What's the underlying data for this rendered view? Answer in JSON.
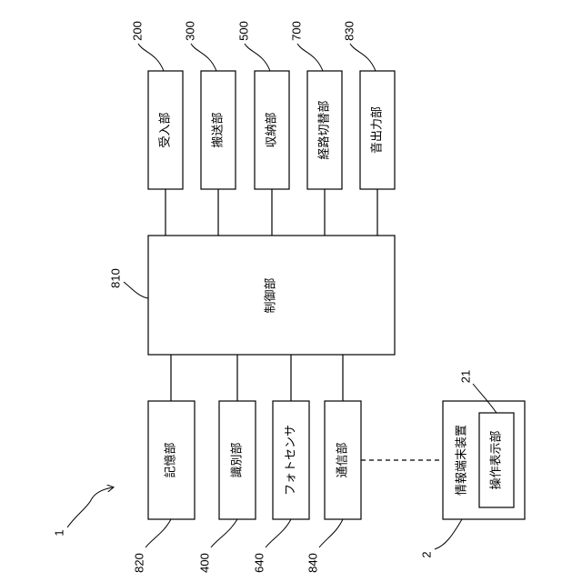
{
  "diagram": {
    "top_blocks": [
      {
        "ref": "200",
        "label": "受入部"
      },
      {
        "ref": "300",
        "label": "搬送部"
      },
      {
        "ref": "500",
        "label": "収納部"
      },
      {
        "ref": "700",
        "label": "経路切替部"
      },
      {
        "ref": "830",
        "label": "音出力部"
      }
    ],
    "controller": {
      "ref": "810",
      "label": "制御部"
    },
    "bottom_blocks": [
      {
        "ref": "820",
        "label": "記憶部"
      },
      {
        "ref": "400",
        "label": "識別部"
      },
      {
        "ref": "640",
        "label": "フォトセンサ"
      },
      {
        "ref": "840",
        "label": "通信部"
      }
    ],
    "terminal": {
      "ref": "2",
      "label": "情報端末装置",
      "inner": {
        "ref": "21",
        "label": "操作表示部"
      }
    },
    "system_ref": "1"
  }
}
